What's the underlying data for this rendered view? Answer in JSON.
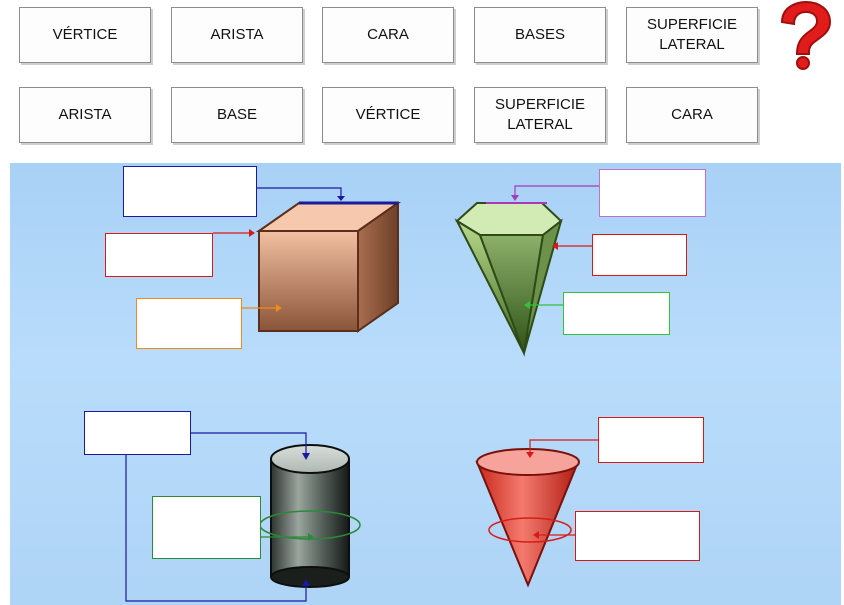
{
  "labels_top": [
    {
      "text": "VÉRTICE"
    },
    {
      "text": "ARISTA"
    },
    {
      "text": "CARA"
    },
    {
      "text": "BASES"
    },
    {
      "text": "SUPERFICIE\nLATERAL"
    }
  ],
  "labels_bottom": [
    {
      "text": "ARISTA"
    },
    {
      "text": "BASE"
    },
    {
      "text": "VÉRTICE"
    },
    {
      "text": "SUPERFICIE\nLATERAL"
    },
    {
      "text": "CARA"
    }
  ],
  "help_icon": "question-mark-icon",
  "colors": {
    "question": "#e21b1b",
    "stage_bg": "#b3d8f8",
    "cube": "#c9876a",
    "pyramid": "#8fb86a",
    "cylinder": "#6f7a72",
    "cone": "#f05a50"
  }
}
